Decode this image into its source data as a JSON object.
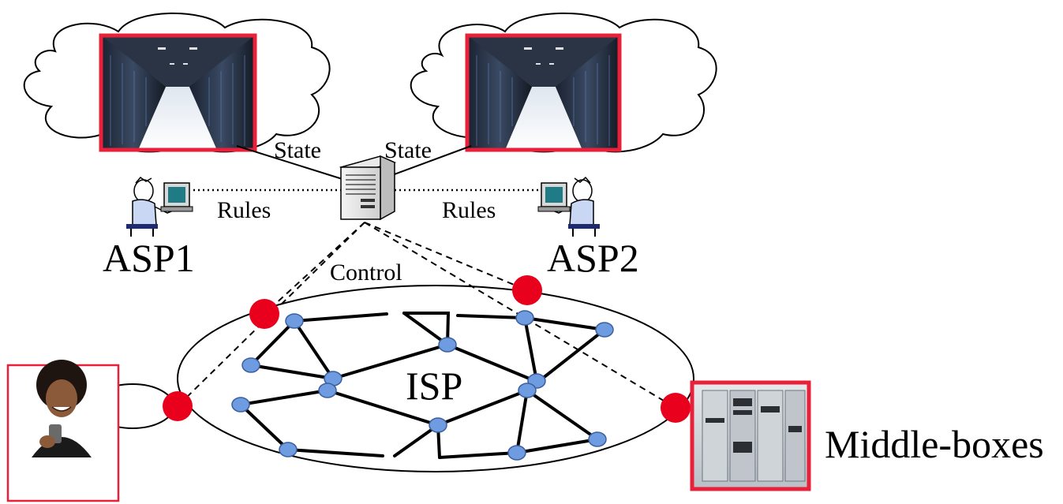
{
  "labels": {
    "state_left": "State",
    "state_right": "State",
    "rules_left": "Rules",
    "rules_right": "Rules",
    "asp1": "ASP1",
    "asp2": "ASP2",
    "control": "Control",
    "isp": "ISP",
    "middleboxes": "Middle-boxes"
  },
  "colors": {
    "accent_red": "#e8203a",
    "node_blue": "#6f9ce0",
    "node_blue_stroke": "#3b5f9e",
    "line": "#000000"
  },
  "icons": {
    "cloud": "cloud-icon",
    "datacenter": "datacenter-photo",
    "server": "server-tower-icon",
    "operator": "operator-at-computer-icon",
    "user": "user-with-phone-photo",
    "middlebox": "middlebox-rack-photo"
  }
}
